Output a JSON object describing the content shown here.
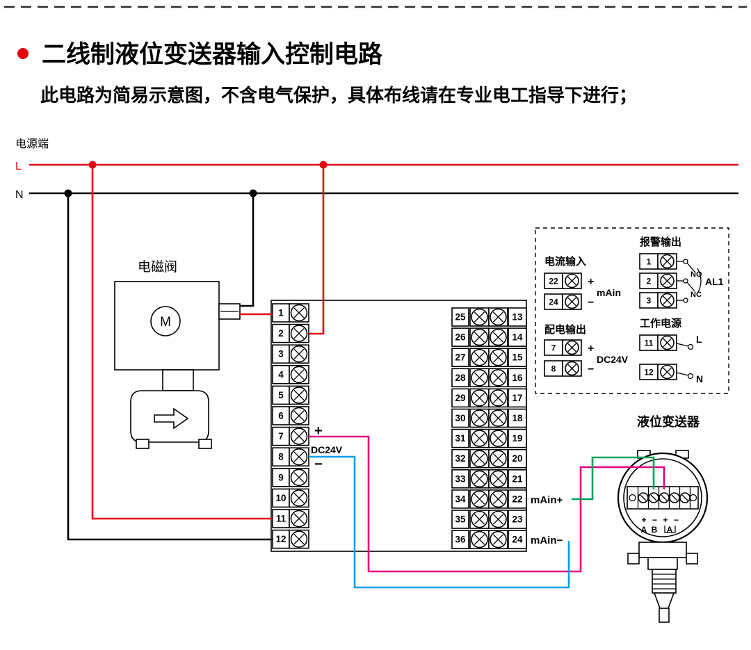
{
  "colors": {
    "accent_red": "#e60012",
    "wire_red": "#e60012",
    "wire_black": "#000000",
    "wire_magenta": "#e4007f",
    "wire_green": "#00a05a",
    "wire_blue": "#00a0e9"
  },
  "header": {
    "title": "二线制液位变送器输入控制电路",
    "subtitle": "此电路为简易示意图，不含电气保护，具体布线请在专业电工指导下进行；"
  },
  "power": {
    "label": "电源端",
    "line_l": "L",
    "line_n": "N"
  },
  "solenoid": {
    "label": "电磁阀",
    "motor": "M"
  },
  "terminal_block": {
    "left_numbers": [
      "1",
      "2",
      "3",
      "4",
      "5",
      "6",
      "7",
      "8",
      "9",
      "10",
      "11",
      "12"
    ],
    "mid_numbers": [
      "25",
      "26",
      "27",
      "28",
      "29",
      "30",
      "31",
      "32",
      "33",
      "34",
      "35",
      "36"
    ],
    "right_numbers": [
      "13",
      "14",
      "15",
      "16",
      "17",
      "18",
      "19",
      "20",
      "21",
      "22",
      "23",
      "24"
    ],
    "dc24v_plus": "+",
    "dc24v_label": "DC24V",
    "dc24v_minus": "−",
    "main_plus": "mAin+",
    "main_minus": "mAin−"
  },
  "legend": {
    "current_input": {
      "title": "电流输入",
      "t1": "22",
      "t2": "24",
      "plus": "+",
      "minus": "−",
      "label": "mAin"
    },
    "power_output": {
      "title": "配电输出",
      "t1": "7",
      "t2": "8",
      "plus": "+",
      "minus": "−",
      "label": "DC24V"
    },
    "alarm_output": {
      "title": "报警输出",
      "t1": "1",
      "t2": "2",
      "t3": "3",
      "no": "NO",
      "nc": "NC",
      "name": "AL1"
    },
    "work_power": {
      "title": "工作电源",
      "t1": "11",
      "t2": "12",
      "l": "L",
      "n": "N"
    }
  },
  "transmitter": {
    "label": "液位变送器",
    "marks": [
      "+",
      "−",
      "+",
      "−"
    ],
    "group_labels": [
      "A",
      "B",
      "A"
    ]
  }
}
